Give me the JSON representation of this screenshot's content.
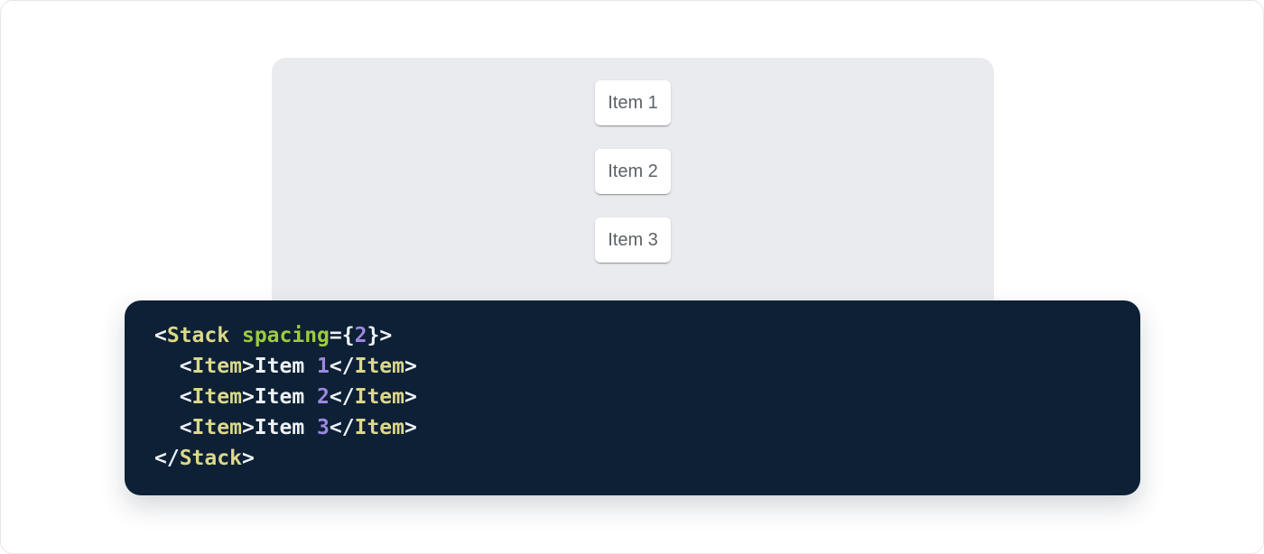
{
  "page": {
    "background": "#ffffff",
    "border_color": "#e4e7eb"
  },
  "preview": {
    "background": "#e9ebef",
    "items": [
      {
        "label": "Item 1"
      },
      {
        "label": "Item 2"
      },
      {
        "label": "Item 3"
      }
    ]
  },
  "code": {
    "background": "#0d2035",
    "colors": {
      "tag": "#dcd88a",
      "attr": "#9bcc3c",
      "number": "#9d87e0",
      "plain": "#eef2f7"
    },
    "raw": "<Stack spacing={2}>\n  <Item>Item 1</Item>\n  <Item>Item 2</Item>\n  <Item>Item 3</Item>\n</Stack>",
    "lines": [
      [
        {
          "t": "<",
          "c": "plain"
        },
        {
          "t": "Stack",
          "c": "tag"
        },
        {
          "t": " ",
          "c": "plain"
        },
        {
          "t": "spacing",
          "c": "attr"
        },
        {
          "t": "=",
          "c": "plain"
        },
        {
          "t": "{",
          "c": "plain"
        },
        {
          "t": "2",
          "c": "number"
        },
        {
          "t": "}",
          "c": "plain"
        },
        {
          "t": ">",
          "c": "plain"
        }
      ],
      [
        {
          "t": "  <",
          "c": "plain"
        },
        {
          "t": "Item",
          "c": "tag"
        },
        {
          "t": ">Item ",
          "c": "plain"
        },
        {
          "t": "1",
          "c": "number"
        },
        {
          "t": "</",
          "c": "plain"
        },
        {
          "t": "Item",
          "c": "tag"
        },
        {
          "t": ">",
          "c": "plain"
        }
      ],
      [
        {
          "t": "  <",
          "c": "plain"
        },
        {
          "t": "Item",
          "c": "tag"
        },
        {
          "t": ">Item ",
          "c": "plain"
        },
        {
          "t": "2",
          "c": "number"
        },
        {
          "t": "</",
          "c": "plain"
        },
        {
          "t": "Item",
          "c": "tag"
        },
        {
          "t": ">",
          "c": "plain"
        }
      ],
      [
        {
          "t": "  <",
          "c": "plain"
        },
        {
          "t": "Item",
          "c": "tag"
        },
        {
          "t": ">Item ",
          "c": "plain"
        },
        {
          "t": "3",
          "c": "number"
        },
        {
          "t": "</",
          "c": "plain"
        },
        {
          "t": "Item",
          "c": "tag"
        },
        {
          "t": ">",
          "c": "plain"
        }
      ],
      [
        {
          "t": "</",
          "c": "plain"
        },
        {
          "t": "Stack",
          "c": "tag"
        },
        {
          "t": ">",
          "c": "plain"
        }
      ]
    ]
  }
}
